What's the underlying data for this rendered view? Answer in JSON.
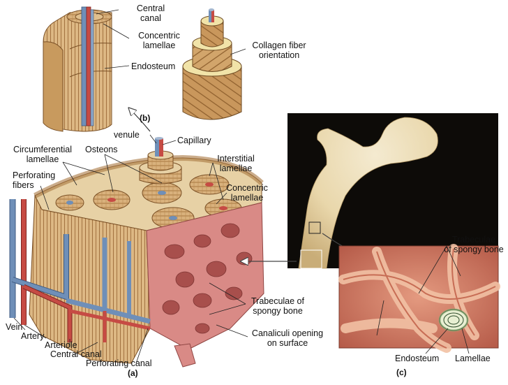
{
  "panel_b": {
    "marker": "(b)",
    "labels": {
      "central_canal_1": "Central",
      "central_canal_2": "canal",
      "concentric_1": "Concentric",
      "concentric_2": "lamellae",
      "endosteum": "Endosteum",
      "collagen_1": "Collagen fiber",
      "collagen_2": "orientation"
    }
  },
  "panel_a": {
    "marker": "(a)",
    "labels": {
      "venule": "venule",
      "capillary": "Capillary",
      "circumferential_1": "Circumferential",
      "circumferential_2": "lamellae",
      "osteons": "Osteons",
      "interstitial_1": "Interstitial",
      "interstitial_2": "lamellae",
      "perforating_1": "Perforating",
      "perforating_2": "fibers",
      "concentric_1": "Concentric",
      "concentric_2": "lamellae",
      "trabeculae_1": "Trabeculae of",
      "trabeculae_2": "spongy bone",
      "canaliculi_1": "Canaliculi opening",
      "canaliculi_2": "on surface",
      "vein": "Vein",
      "artery": "Artery",
      "arteriole": "Arteriole",
      "central_canal": "Central canal",
      "perforating_canal": "Perforating canal"
    }
  },
  "panel_c": {
    "marker": "(c)",
    "labels": {
      "trabeculae_1": "Trabeculae",
      "trabeculae_2": "of spongy bone",
      "endosteum": "Endosteum",
      "lamellae": "Lamellae"
    }
  },
  "colors": {
    "bone": "#d9b17c",
    "bone_dark": "#a8773f",
    "spongy": "#d98a86",
    "vein": "#6f8fb8",
    "artery": "#c64b44",
    "photo_bg": "#0d0b08",
    "femur": "#efe2be",
    "micro_bg": "#d98770"
  }
}
